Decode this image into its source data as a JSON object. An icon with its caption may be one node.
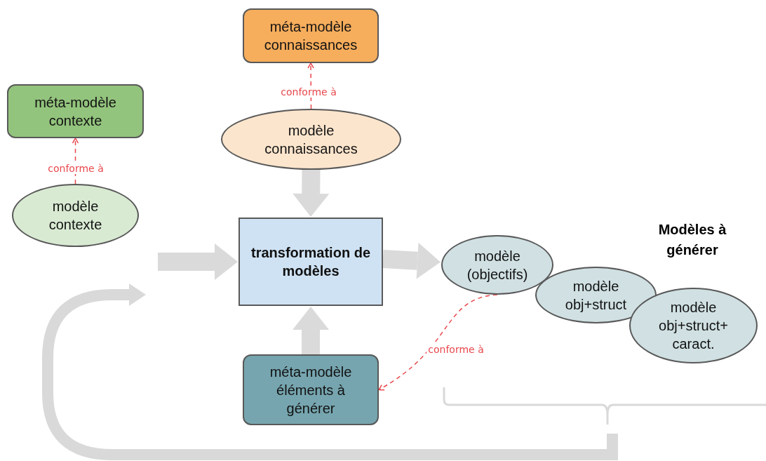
{
  "diagram": {
    "nodes": [
      {
        "text": [
          "méta-modèle connaissances"
        ]
      },
      {
        "text": [
          "méta-modèle contexte"
        ]
      },
      {
        "text": [
          "modèle connaissances"
        ]
      },
      {
        "text": [
          "modèle contexte"
        ]
      },
      {
        "text": [
          "transformation de modèles"
        ]
      },
      {
        "text": [
          "méta-modèle éléments à générer"
        ]
      },
      {
        "text": [
          "modèle (objectifs)"
        ]
      },
      {
        "text": [
          "modèle obj+struct"
        ]
      },
      {
        "text": [
          "modèle obj+struct+ caract."
        ]
      }
    ],
    "edges": [
      {
        "from": 2,
        "to": 0,
        "arrow": "to",
        "label": "conforme à",
        "style": "dashed",
        "color": "#e8474c"
      },
      {
        "from": 3,
        "to": 1,
        "arrow": "to",
        "label": "conforme à",
        "style": "dashed",
        "color": "#e8474c"
      },
      {
        "from": 2,
        "to": 4,
        "arrow": "to"
      },
      {
        "from": null,
        "to": 4,
        "arrow": "to"
      },
      {
        "from": 4,
        "to": 6,
        "arrow": "to"
      },
      {
        "from": 5,
        "to": 4,
        "arrow": "to"
      },
      {
        "from": 6,
        "to": 5,
        "arrow": "to",
        "label": "conforme à",
        "style": "dashed",
        "color": "#e8474c"
      }
    ],
    "labels": [
      "Modèles à générer"
    ]
  }
}
